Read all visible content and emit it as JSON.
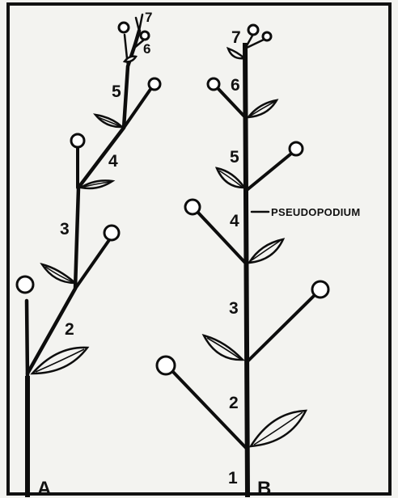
{
  "diagram": {
    "panel_a": {
      "label": "A",
      "segments": [
        "2",
        "3",
        "4",
        "5",
        "6",
        "7"
      ]
    },
    "panel_b": {
      "label": "B",
      "segments": [
        "1",
        "2",
        "3",
        "4",
        "5",
        "6",
        "7"
      ],
      "callout": "PSEUDOPODIUM"
    }
  }
}
